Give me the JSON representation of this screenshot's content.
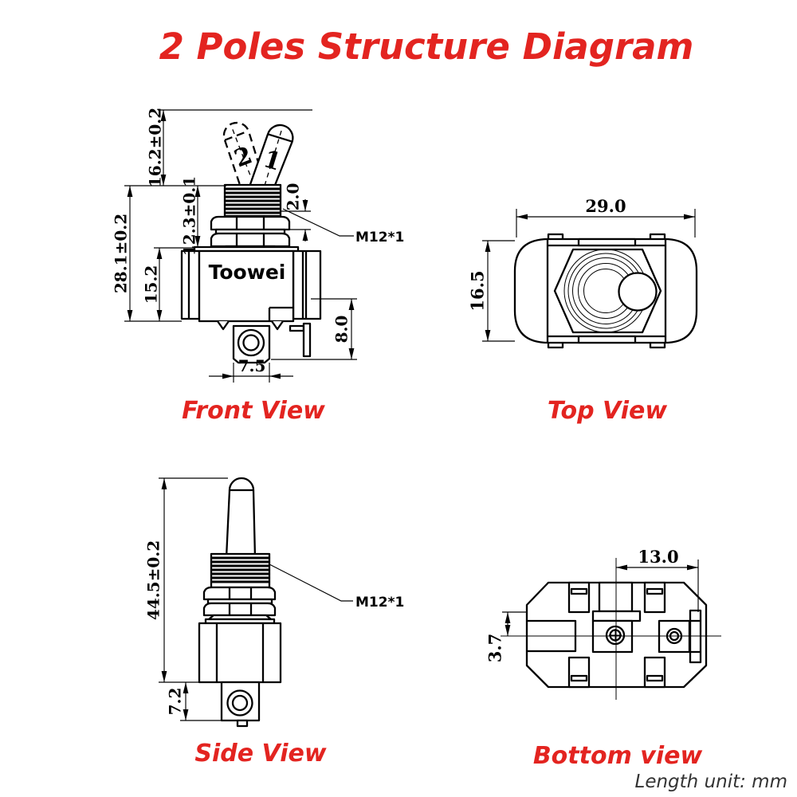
{
  "title": "2 Poles Structure Diagram",
  "unit_note": "Length unit: mm",
  "brand": "Toowei",
  "colors": {
    "accent": "#e32420",
    "line": "#000000",
    "note": "#333333",
    "background": "#ffffff"
  },
  "front": {
    "label": "Front View",
    "pos_left": "2",
    "pos_right": "1",
    "dim_lever": "16.2±0.2",
    "dim_bushing": "12.3±0.1",
    "dim_total": "28.1±0.2",
    "dim_body": "15.2",
    "dim_thread": "2.0",
    "thread_spec": "M12*1",
    "dim_terminal_h": "8.0",
    "dim_terminal_w": "7.5"
  },
  "top": {
    "label": "Top View",
    "dim_width": "29.0",
    "dim_depth": "16.5"
  },
  "side": {
    "label": "Side View",
    "dim_total": "44.5±0.2",
    "dim_terminal": "7.2",
    "thread_spec": "M12*1"
  },
  "bottom": {
    "label": "Bottom view",
    "dim_spacing": "13.0",
    "dim_offset": "3.7"
  }
}
